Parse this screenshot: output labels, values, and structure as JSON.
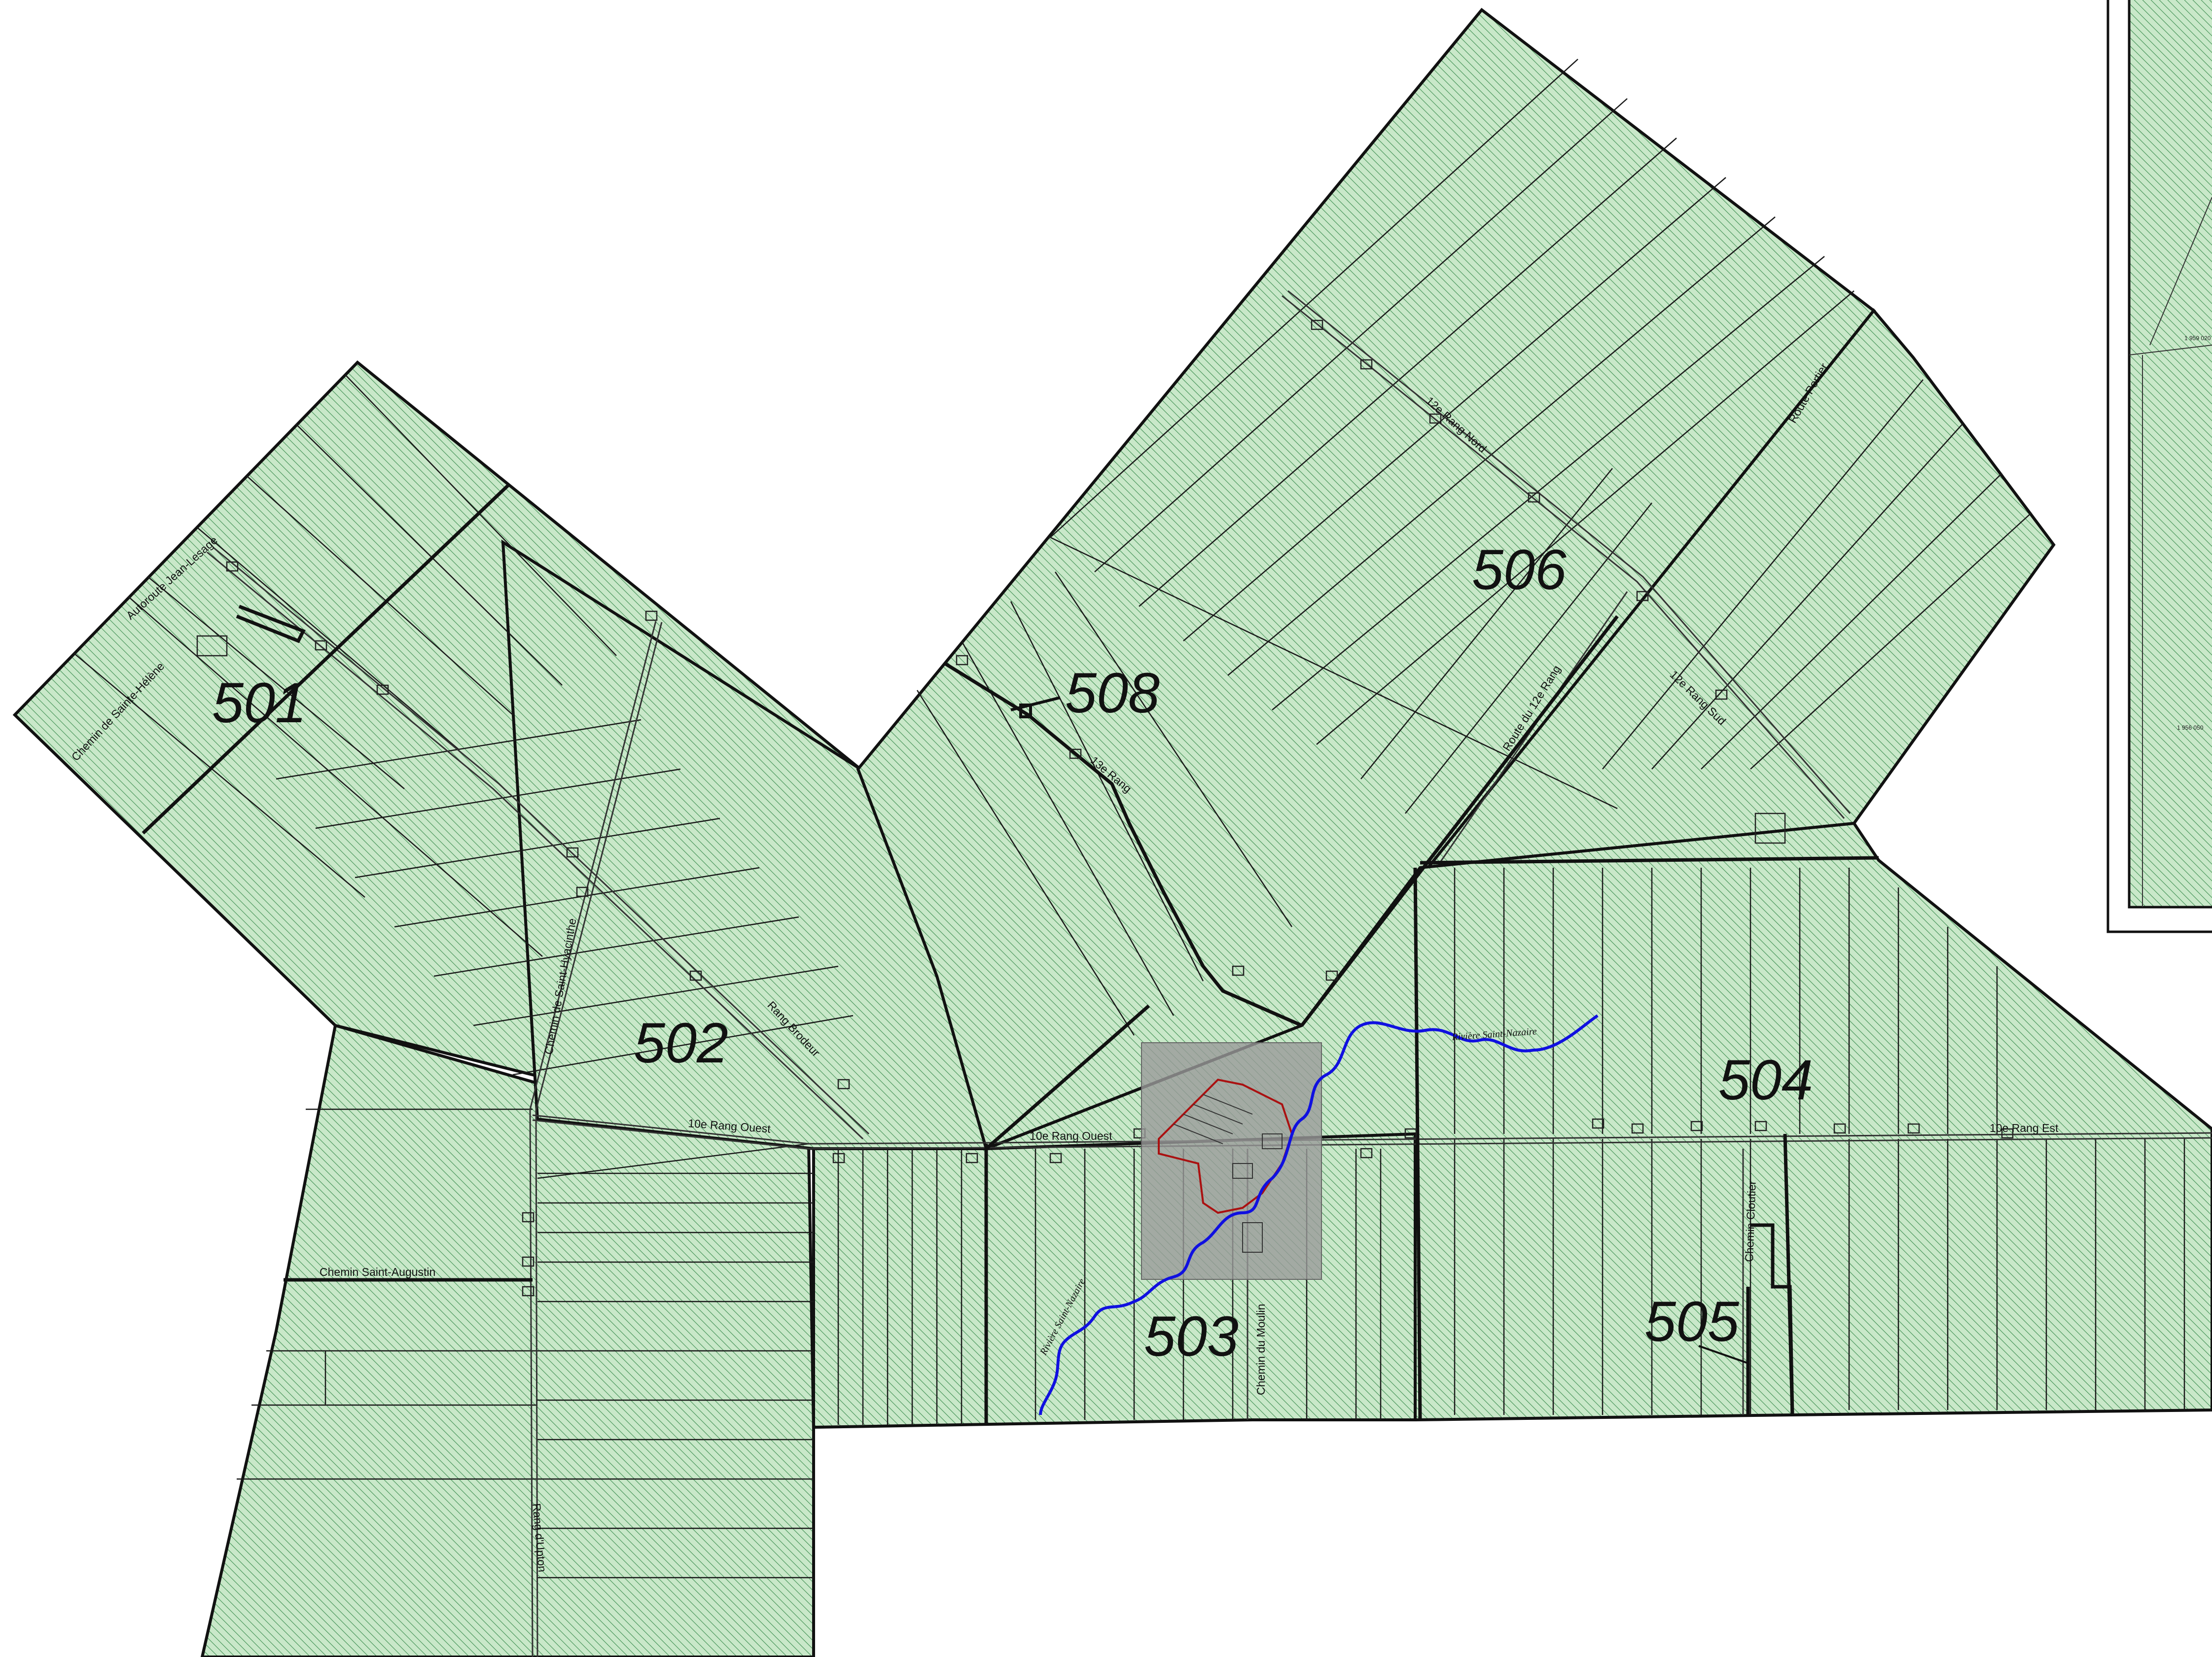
{
  "zones": [
    {
      "id": "501",
      "label": "501"
    },
    {
      "id": "502",
      "label": "502"
    },
    {
      "id": "503",
      "label": "503"
    },
    {
      "id": "504",
      "label": "504"
    },
    {
      "id": "505",
      "label": "505"
    },
    {
      "id": "506",
      "label": "506"
    },
    {
      "id": "508",
      "label": "508"
    }
  ],
  "roads": {
    "autoroute": "Autoroute Jean-Lesage",
    "ch_ste_helene": "Chemin de Sainte-Hélène",
    "ch_st_hyacinthe": "Chemin de Saint-Hyacinthe",
    "rang_brodeur": "Rang Brodeur",
    "rang_10_ouest_a": "10e Rang Ouest",
    "rang_10_ouest_b": "10e Rang Ouest",
    "rang_10_est": "10e Rang Est",
    "ch_st_augustin": "Chemin Saint-Augustin",
    "rang_dillon": "Rang d'Upton",
    "rang_13": "13e Rang",
    "rang_12_nord": "12e Rang Nord",
    "rang_12_sud": "12e Rang Sud",
    "route_12_rang": "Route du 12e Rang",
    "route_portier": "Route Portier",
    "ch_moulin": "Chemin du Moulin",
    "ch_cloutier": "Chemin Cloutier"
  },
  "rivers": {
    "east": "Rivière Saint-Nazaire",
    "south": "Rivière Saint-Nazaire"
  },
  "inset_codes": {
    "top": "1 959 020",
    "mid": "1 956 050"
  },
  "colors": {
    "zone_fill": "#c9e8c9",
    "hatch": "#3f8f52",
    "border": "#111111",
    "river": "#1010e0",
    "village": "#9a9a9a",
    "perimeter": "#aa1111"
  }
}
